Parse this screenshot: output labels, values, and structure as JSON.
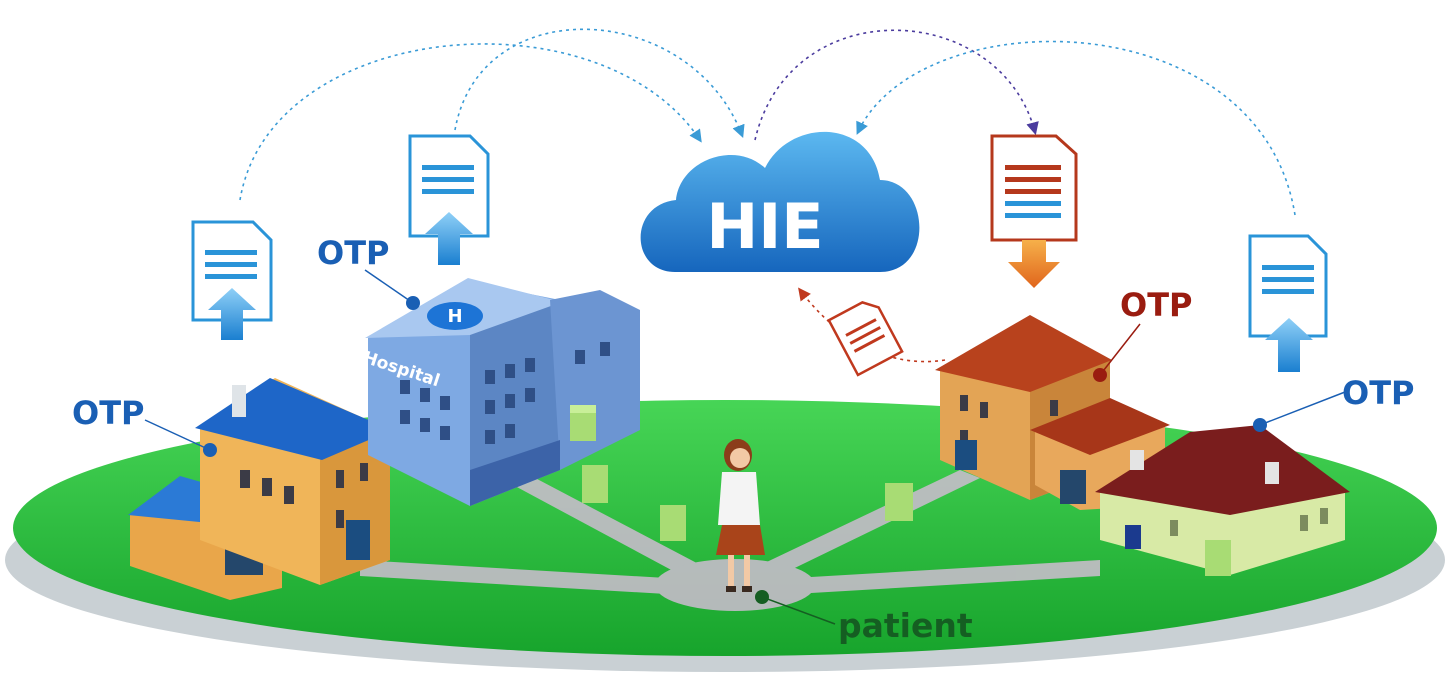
{
  "diagram": {
    "hub_label": "HIE",
    "center_label": "patient",
    "sign_text": "Hospital",
    "nodes": [
      {
        "label": "OTP",
        "color": "#1a5fb4",
        "direction": "upload"
      },
      {
        "label": "OTP",
        "color": "#1a5fb4",
        "direction": "upload"
      },
      {
        "label": "OTP",
        "color": "#9a1c10",
        "direction": "download"
      },
      {
        "label": "OTP",
        "color": "#1a5fb4",
        "direction": "upload"
      }
    ]
  },
  "colors": {
    "cloud": "#1f7fd0",
    "ground": "#22b83a",
    "upload_doc": "#2a94d8",
    "download_doc": "#b5381c",
    "patient_label": "#155e22"
  }
}
